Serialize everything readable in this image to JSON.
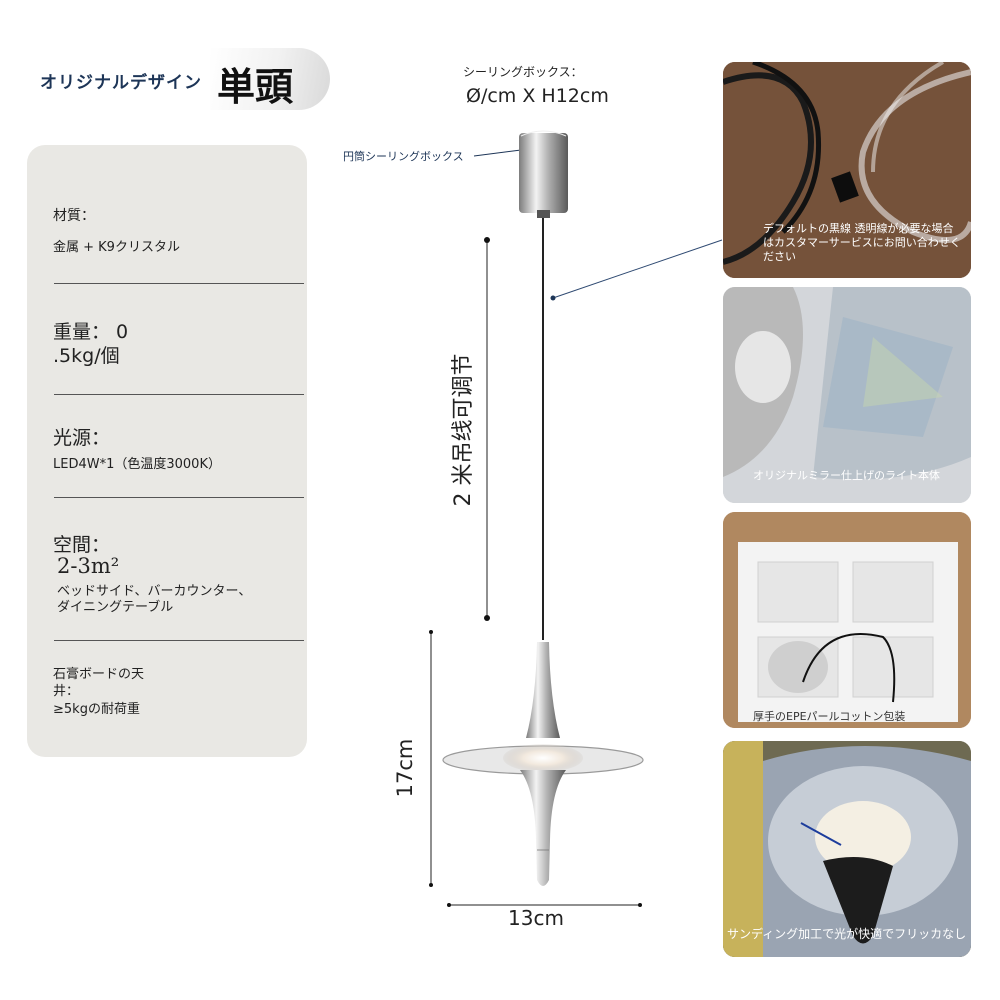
{
  "header": {
    "title": "オリジナルデザイン",
    "variant": "単頭"
  },
  "spec": {
    "material_label": "材質：",
    "material_value": "金属 + K9クリスタル",
    "weight_label": "重量： 0",
    "weight_value": ".5kg/個",
    "light_label": "光源：",
    "light_value": "LED4W*1（色温度3000K）",
    "space_label": "空間：",
    "space_area": "2-3m²",
    "space_desc1": "ベッドサイド、バーカウンター、",
    "space_desc2": "ダイニングテーブル",
    "ceiling_line1": "石膏ボードの天",
    "ceiling_line2": "井：",
    "ceiling_load": "≥5kgの耐荷重"
  },
  "diagram": {
    "box_label": "シーリングボックス：",
    "box_size": "Ø/cm X H12cm",
    "canopy_label": "円筒シーリングボックス",
    "cable_length": "2 米吊线可调节",
    "height": "17cm",
    "width": "13cm"
  },
  "cards": [
    {
      "caption": "デフォルトの黒線 透明線が必要な場合はカスタマーサービスにお問い合わせください",
      "bg": "#6b4a35"
    },
    {
      "caption": "オリジナルミラー仕上げのライト本体",
      "bg": "#c9ccd0"
    },
    {
      "caption": "厚手のEPEパールコットン包装",
      "bg": "#b08860"
    },
    {
      "caption": "サンディング加工で光が快適でフリッカなし",
      "bg": "#6e6a52"
    }
  ],
  "colors": {
    "accent_navy": "#1d3557",
    "panel_bg": "#e9e8e4",
    "chrome": "#c8c8c8"
  }
}
